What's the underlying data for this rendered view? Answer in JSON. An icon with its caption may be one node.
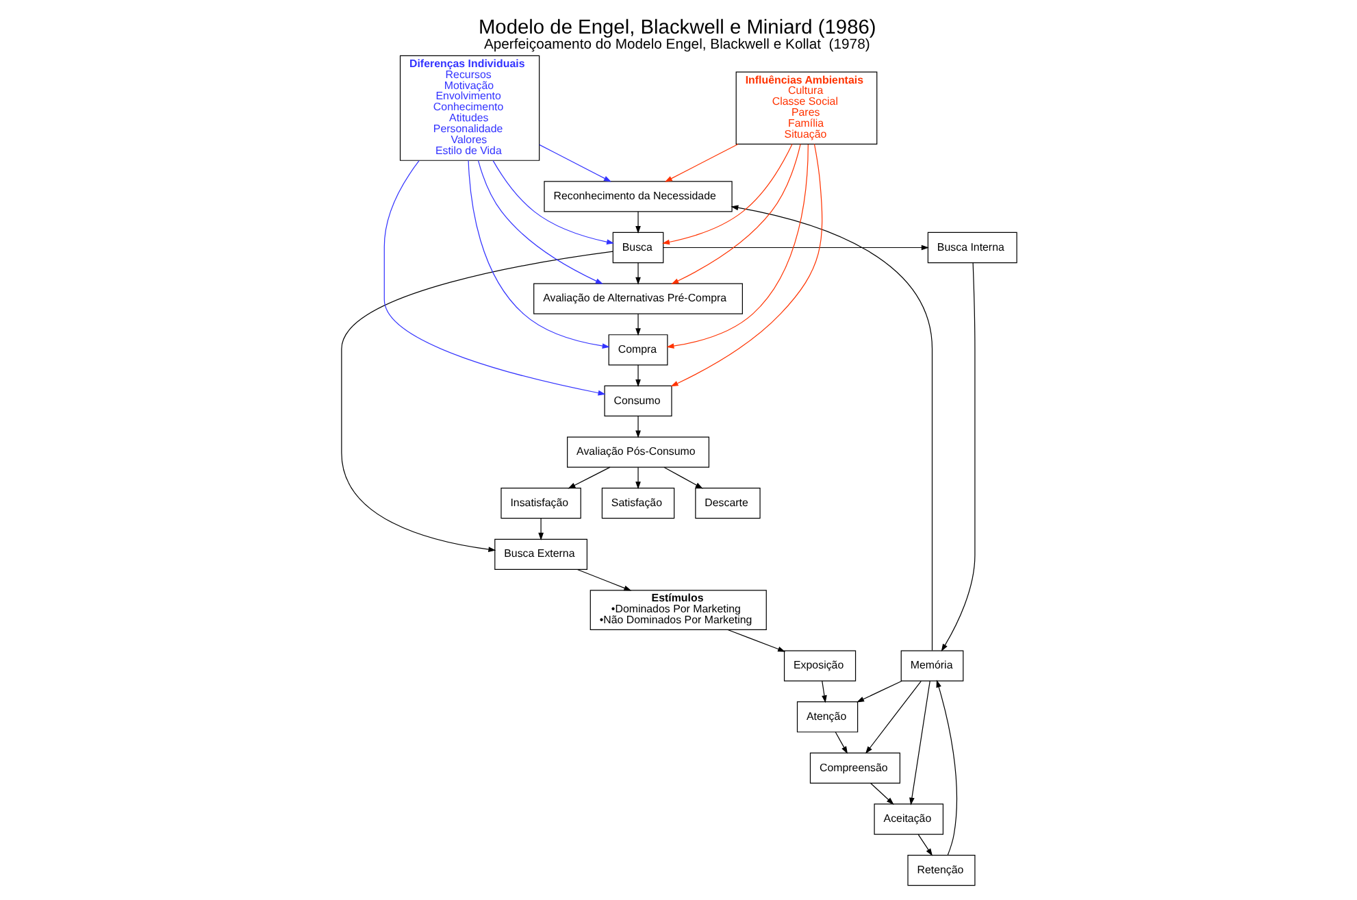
{
  "diagram": {
    "title": "Modelo de Engel, Blackwell e Miniard (1986)",
    "caption": "Aperfeiçoamento do Modelo Engel, Blackwell e Kollat  (1978)",
    "nodes": [
      {
        "text": [
          "Reconhecimento da Necessidade"
        ]
      },
      {
        "text": [
          "Busca Interna"
        ]
      },
      {
        "text": [
          "Busca"
        ]
      },
      {
        "text": [
          "Exposição"
        ]
      },
      {
        "text": [
          "Estímulos",
          "•Dominados Por Marketing",
          "•Não Dominados Por Marketing"
        ]
      },
      {
        "text": [
          "Atenção"
        ]
      },
      {
        "text": [
          "Compreensão"
        ]
      },
      {
        "text": [
          "Aceitação"
        ]
      },
      {
        "text": [
          "Retenção"
        ]
      },
      {
        "text": [
          "Memória"
        ]
      },
      {
        "text": [
          "Avaliação de Alternativas Pré-Compra"
        ]
      },
      {
        "text": [
          "Compra"
        ]
      },
      {
        "text": [
          "Consumo"
        ]
      },
      {
        "text": [
          "Avaliação Pós-Consumo"
        ]
      },
      {
        "text": [
          "Busca Externa"
        ]
      },
      {
        "text": [
          "Insatisfação"
        ]
      },
      {
        "text": [
          "Satisfação"
        ]
      },
      {
        "text": [
          "Descarte"
        ]
      },
      {
        "text": [
          "Influências Ambientais",
          "Cultura",
          "Classe Social",
          "Pares",
          "Família",
          "Situação"
        ]
      },
      {
        "text": [
          "Diferenças Individuais",
          "Recursos",
          "Motivação",
          "Envolvimento",
          "Conhecimento",
          "Atitudes",
          "Personalidade",
          "Valores",
          "Estilo de Vida"
        ]
      }
    ],
    "edges": [
      {
        "from": 9,
        "to": 0,
        "arrow": "to"
      },
      {
        "from": 0,
        "to": 2,
        "arrow": "to"
      },
      {
        "from": 2,
        "to": 1,
        "arrow": "to"
      },
      {
        "from": 1,
        "to": 9,
        "arrow": "to"
      },
      {
        "from": 4,
        "to": 3,
        "arrow": "to"
      },
      {
        "from": 3,
        "to": 5,
        "arrow": "to"
      },
      {
        "from": 5,
        "to": 6,
        "arrow": "to"
      },
      {
        "from": 6,
        "to": 7,
        "arrow": "to"
      },
      {
        "from": 7,
        "to": 8,
        "arrow": "to"
      },
      {
        "from": 8,
        "to": 9,
        "arrow": "to"
      },
      {
        "from": 9,
        "to": 5,
        "arrow": "to"
      },
      {
        "from": 9,
        "to": 6,
        "arrow": "to"
      },
      {
        "from": 9,
        "to": 7,
        "arrow": "to"
      },
      {
        "from": 2,
        "to": 10,
        "arrow": "to"
      },
      {
        "from": 2,
        "to": 14,
        "arrow": "to"
      },
      {
        "from": 14,
        "to": 4,
        "arrow": "to"
      },
      {
        "from": 10,
        "to": 11,
        "arrow": "to"
      },
      {
        "from": 11,
        "to": 12,
        "arrow": "to"
      },
      {
        "from": 12,
        "to": 13,
        "arrow": "to"
      },
      {
        "from": 13,
        "to": 15,
        "arrow": "to"
      },
      {
        "from": 13,
        "to": 17,
        "arrow": "to"
      },
      {
        "from": 13,
        "to": 16,
        "arrow": "to"
      },
      {
        "from": 15,
        "to": 14,
        "arrow": "to"
      },
      {
        "from": 18,
        "to": 0,
        "arrow": "to",
        "color": "#ff3300"
      },
      {
        "from": 18,
        "to": 2,
        "arrow": "to",
        "color": "#ff3300"
      },
      {
        "from": 18,
        "to": 10,
        "arrow": "to",
        "color": "#ff3300"
      },
      {
        "from": 18,
        "to": 11,
        "arrow": "to",
        "color": "#ff3300"
      },
      {
        "from": 18,
        "to": 12,
        "arrow": "to",
        "color": "#ff3300"
      },
      {
        "from": 19,
        "to": 0,
        "arrow": "to",
        "color": "#3333ff"
      },
      {
        "from": 19,
        "to": 2,
        "arrow": "to",
        "color": "#3333ff"
      },
      {
        "from": 19,
        "to": 10,
        "arrow": "to",
        "color": "#3333ff"
      },
      {
        "from": 19,
        "to": 11,
        "arrow": "to",
        "color": "#3333ff"
      },
      {
        "from": 19,
        "to": 12,
        "arrow": "to",
        "color": "#3333ff"
      }
    ]
  }
}
